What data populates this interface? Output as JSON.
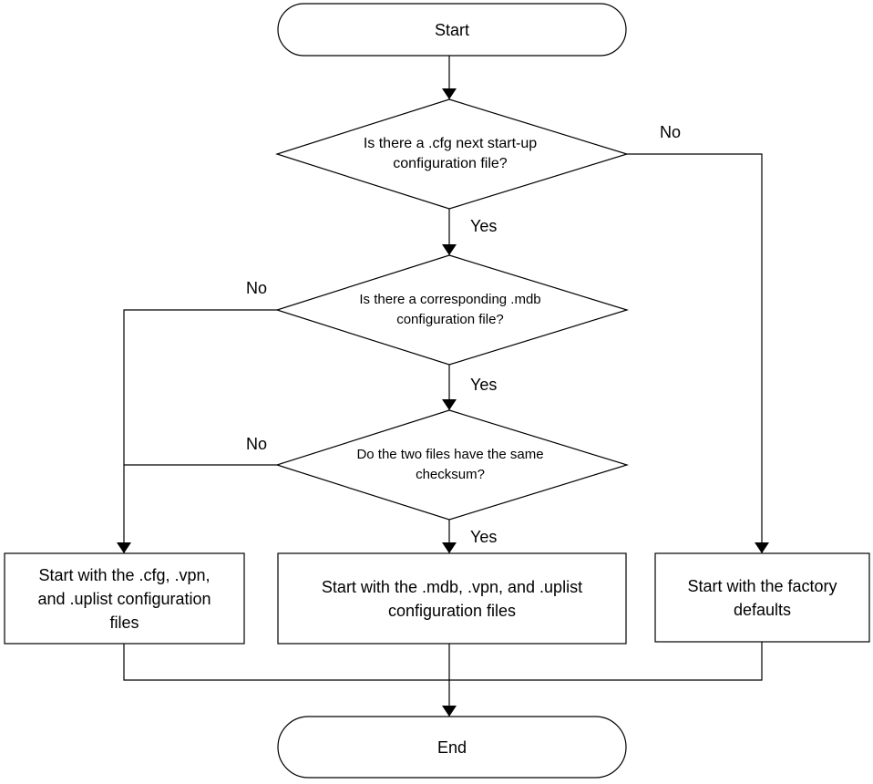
{
  "flowchart": {
    "start": "Start",
    "end": "End",
    "decisions": [
      {
        "lines": [
          "Is there a .cfg next start-up",
          "configuration file?"
        ],
        "yes": "Yes",
        "no": "No"
      },
      {
        "lines": [
          "Is there a corresponding .mdb",
          "configuration file?"
        ],
        "yes": "Yes",
        "no": "No"
      },
      {
        "lines": [
          "Do the two files have the same",
          "checksum?"
        ],
        "yes": "Yes",
        "no": "No"
      }
    ],
    "processes": [
      {
        "lines": [
          "Start with the .cfg, .vpn,",
          "and .uplist configuration",
          "files"
        ]
      },
      {
        "lines": [
          "Start with the .mdb, .vpn, and .uplist",
          "configuration files"
        ]
      },
      {
        "lines": [
          "Start with the factory",
          "defaults"
        ]
      }
    ]
  }
}
